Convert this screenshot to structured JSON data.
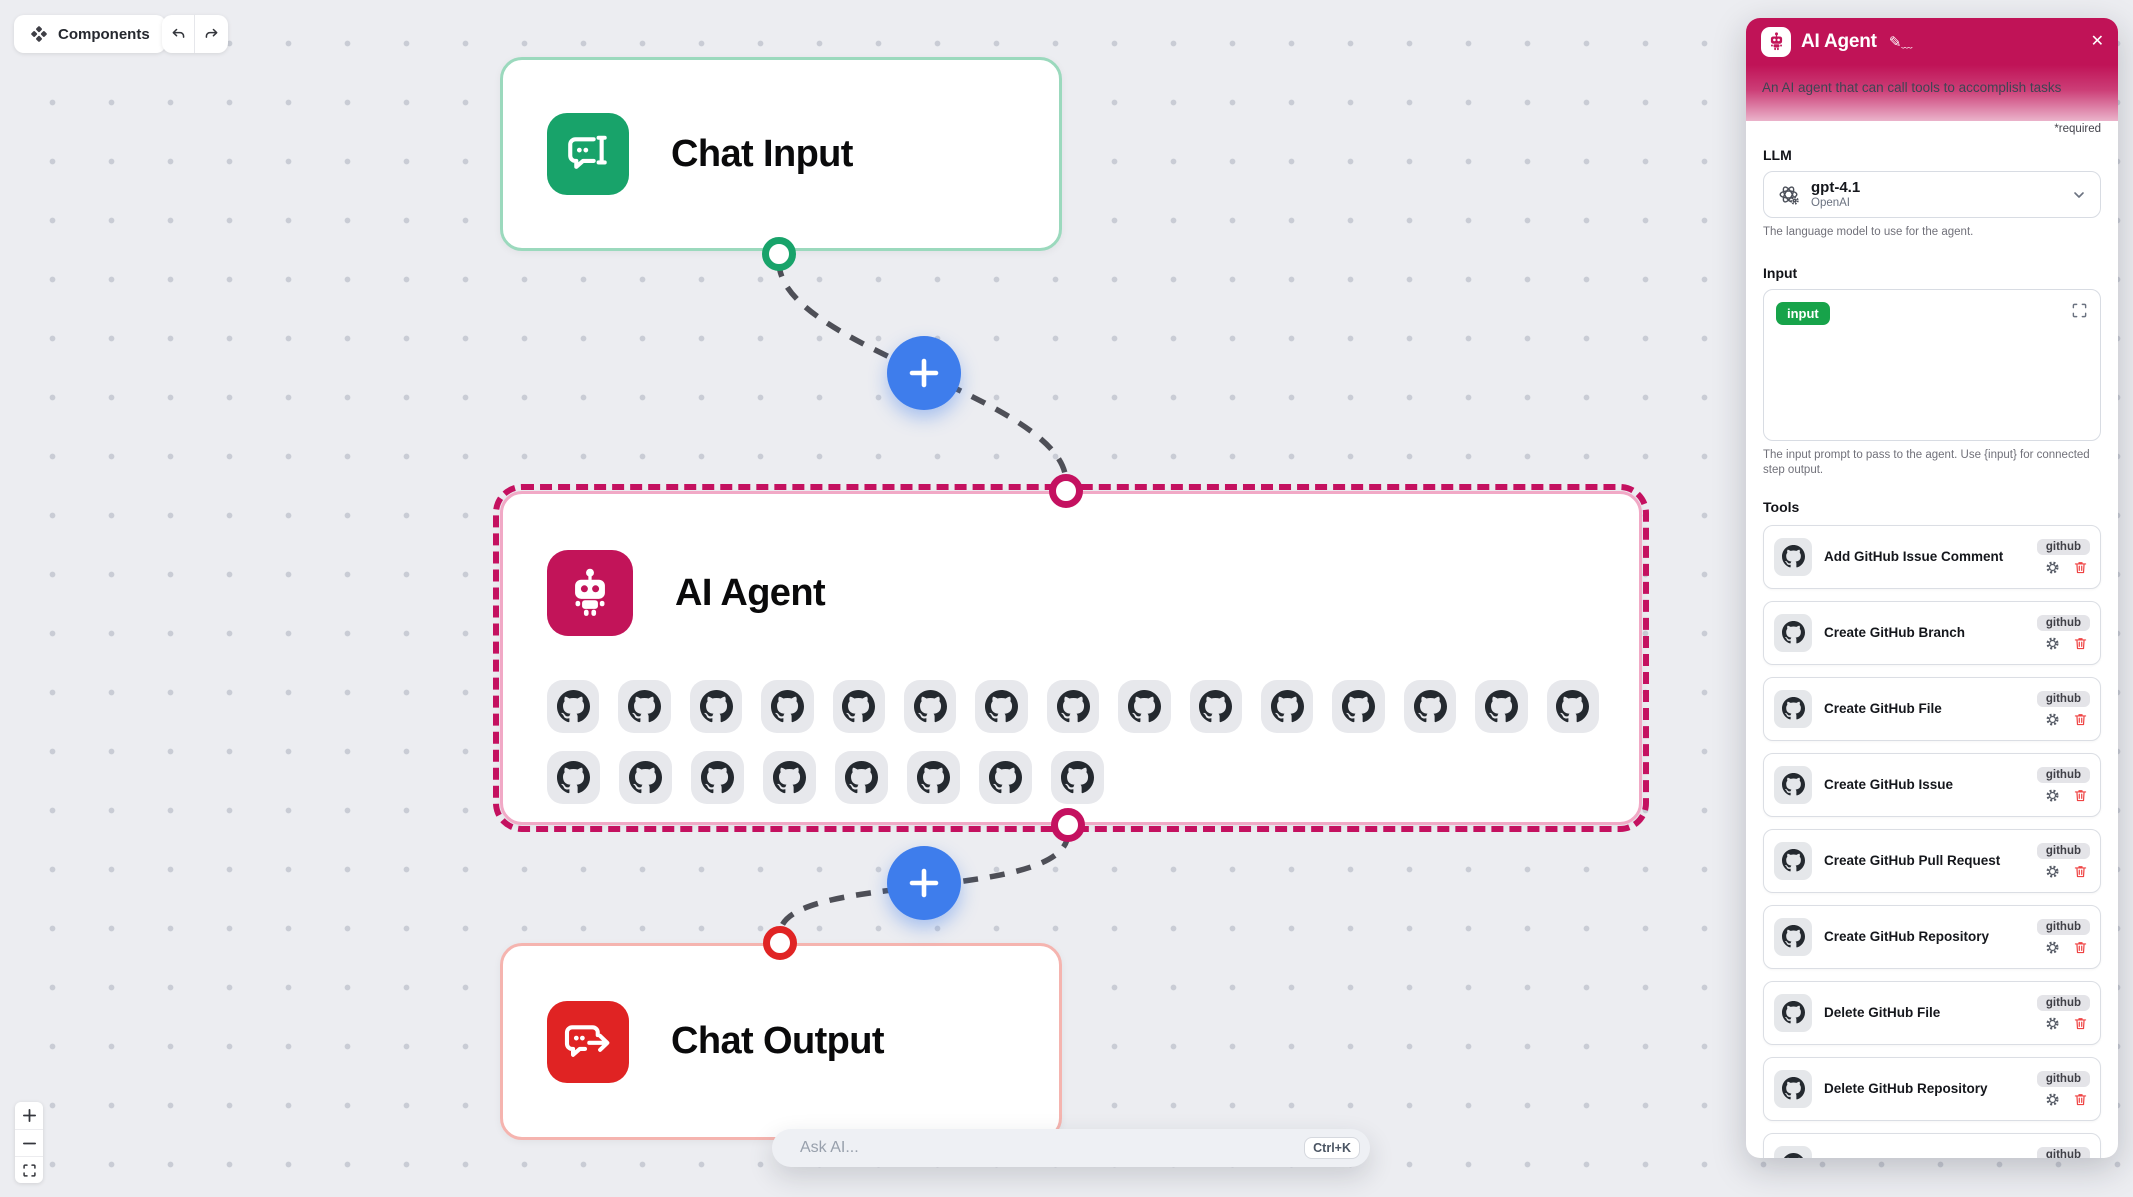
{
  "toolbar": {
    "components_label": "Components"
  },
  "canvas": {
    "nodes": {
      "chat_input": {
        "title": "Chat Input"
      },
      "ai_agent": {
        "title": "AI Agent",
        "github_tools_row1": 15,
        "github_tools_row2": 8
      },
      "chat_output": {
        "title": "Chat Output"
      }
    },
    "ask_ai": {
      "placeholder": "Ask AI...",
      "shortcut": "Ctrl+K"
    }
  },
  "panel": {
    "title": "AI Agent",
    "description": "An AI agent that can call tools to accomplish tasks",
    "required_label": "*required",
    "llm": {
      "label": "LLM",
      "model": "gpt-4.1",
      "provider": "OpenAI",
      "helper": "The language model to use for the agent."
    },
    "input": {
      "label": "Input",
      "chip": "input",
      "helper": "The input prompt to pass to the agent. Use {input} for connected step output."
    },
    "tools": {
      "label": "Tools",
      "badge": "github",
      "items": [
        "Add GitHub Issue Comment",
        "Create GitHub Branch",
        "Create GitHub File",
        "Create GitHub Issue",
        "Create GitHub Pull Request",
        "Create GitHub Repository",
        "Delete GitHub File",
        "Delete GitHub Repository"
      ],
      "partial_item": {
        "name": "",
        "badge": "github"
      }
    }
  },
  "colors": {
    "accent_pink": "#C01357",
    "green": "#18A36A",
    "red": "#E02323",
    "blue": "#3E7DEC",
    "edge_gray": "#4E4F57",
    "canvas_bg": "#ECEDF1"
  }
}
